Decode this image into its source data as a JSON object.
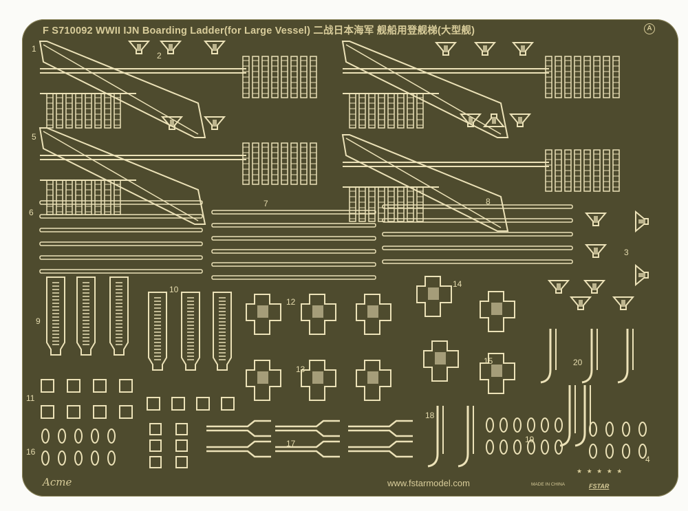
{
  "title": "F S710092 WWII IJN Boarding Ladder(for Large Vessel) 二战日本海军 舰船用登舰梯(大型舰)",
  "version_badge": "A",
  "part_numbers": [
    "1",
    "2",
    "3",
    "4",
    "5",
    "6",
    "7",
    "8",
    "9",
    "10",
    "11",
    "12",
    "13",
    "14",
    "15",
    "16",
    "17",
    "18",
    "19",
    "20"
  ],
  "footer": {
    "brand_signature": "Acme",
    "website": "www.fstarmodel.com",
    "made_in": "MADE IN CHINA",
    "logo": "FSTAR"
  },
  "colors": {
    "sheet": "#4e4b2e",
    "brass": "#ece2b8",
    "text": "#d8cc9a"
  }
}
